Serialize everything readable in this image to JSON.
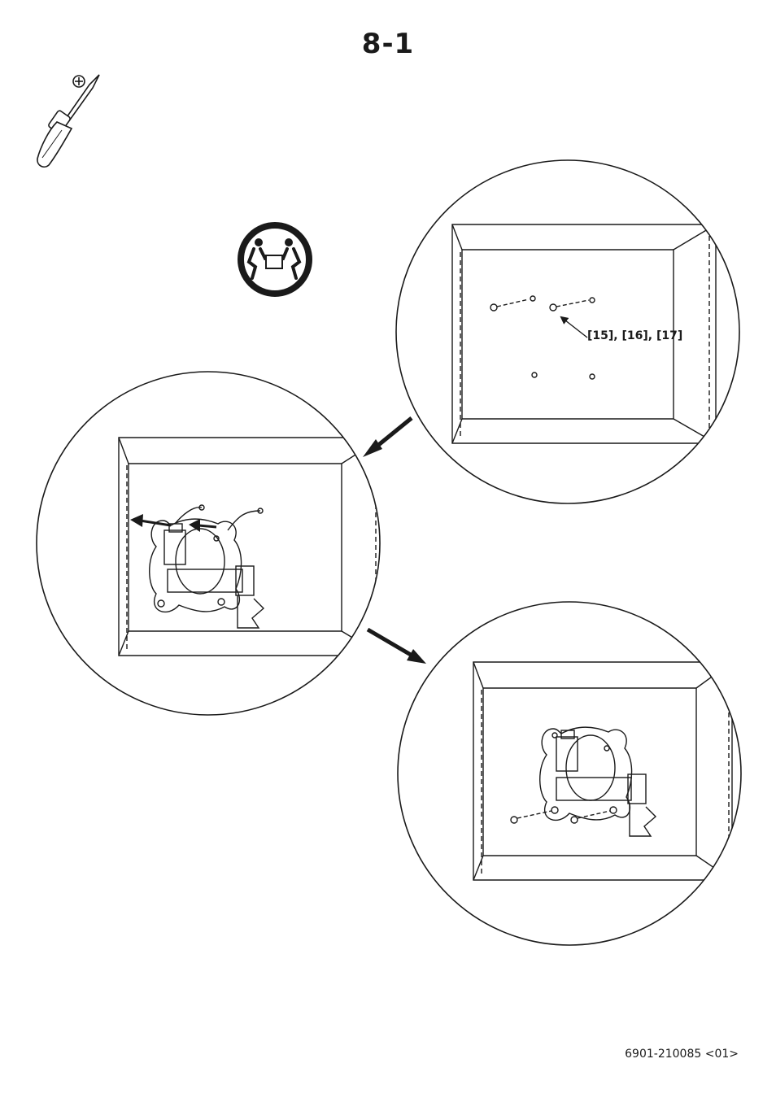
{
  "step": {
    "title": "8-1"
  },
  "detail_top": {
    "part_label": "[15], [16], [17]"
  },
  "footer": {
    "document_code": "6901-210085 <01>"
  },
  "icons": {
    "tool": "phillips-screwdriver-icon",
    "warning": "two-person-lift-icon"
  },
  "colors": {
    "line": "#1a1a1a",
    "background": "#ffffff"
  }
}
